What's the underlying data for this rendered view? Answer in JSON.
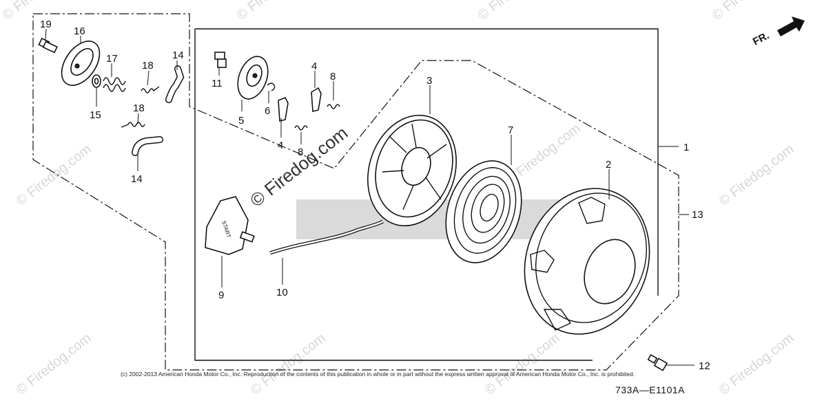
{
  "direction_label": "FR.",
  "watermarks": {
    "small": "© Firedog.com",
    "large": "© Firedog.com"
  },
  "callouts": {
    "c1": "1",
    "c2": "2",
    "c3": "3",
    "c4a": "4",
    "c4b": "4",
    "c5": "5",
    "c6": "6",
    "c7": "7",
    "c8a": "8",
    "c8b": "8",
    "c9": "9",
    "c10": "10",
    "c11": "11",
    "c12": "12",
    "c13": "13",
    "c14a": "14",
    "c14b": "14",
    "c15": "15",
    "c16": "16",
    "c17": "17",
    "c18a": "18",
    "c18b": "18",
    "c19": "19"
  },
  "handle_text": "START",
  "copyright": "(c) 2002-2013 American Honda Motor Co., Inc. Reproduction of the contents of this publication in whole or in part without the express written approval of American Honda Motor Co., Inc. is prohibited.",
  "diagram_code": "733A—E1101A"
}
